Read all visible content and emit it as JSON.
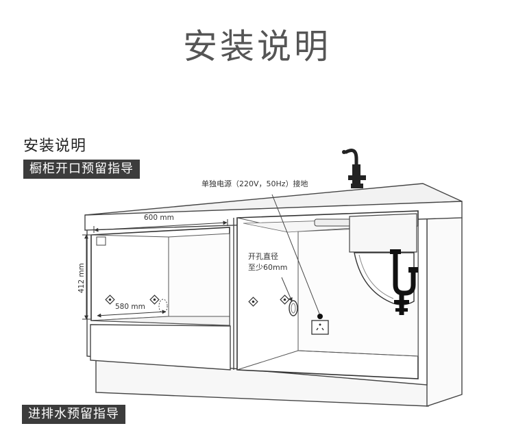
{
  "header": {
    "title": "安装说明"
  },
  "section": {
    "title": "安装说明",
    "cabinet_label": "橱柜开口预留指导",
    "drain_label": "进排水预留指导"
  },
  "annotations": {
    "width_top": "600 mm",
    "height": "412 mm",
    "depth": "580 mm",
    "power": "单独电源（220V，50Hz）接地",
    "hole_line1": "开孔直径",
    "hole_line2": "至少60mm"
  }
}
